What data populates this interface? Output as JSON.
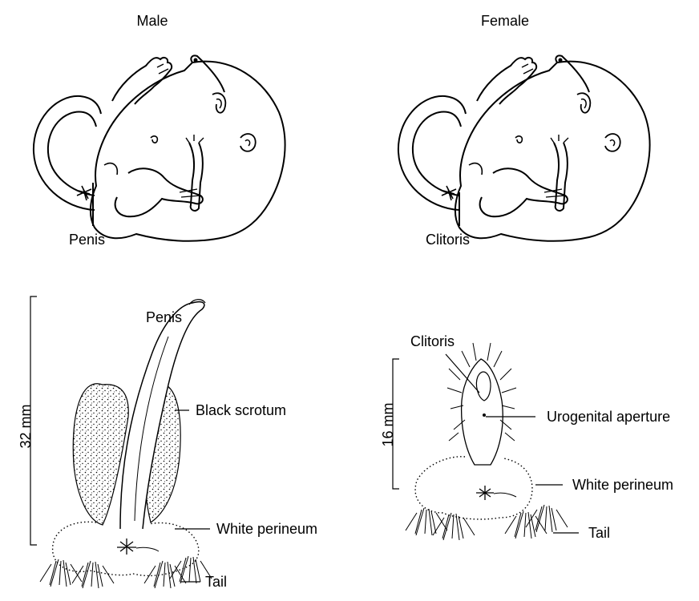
{
  "headings": {
    "male": "Male",
    "female": "Female"
  },
  "top_labels": {
    "male": "Penis",
    "female": "Clitoris"
  },
  "male_detail": {
    "penis": "Penis",
    "scrotum": "Black scrotum",
    "perineum": "White perineum",
    "tail": "Tail",
    "scale": "32 mm"
  },
  "female_detail": {
    "clitoris": "Clitoris",
    "aperture": "Urogenital aperture",
    "perineum": "White perineum",
    "tail": "Tail",
    "scale": "16 mm"
  },
  "colors": {
    "ink": "#000000",
    "background": "#ffffff"
  }
}
